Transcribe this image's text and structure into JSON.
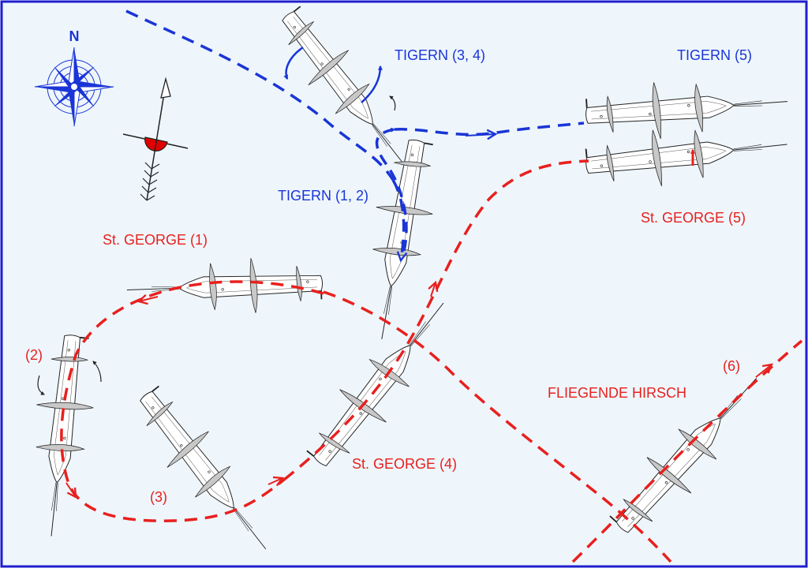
{
  "colors": {
    "background": "#eef6fc",
    "frame": "#1f1fcf",
    "tigern": "#1a35d6",
    "st_george": "#e8201e",
    "hull_fill": "#ffffff",
    "hull_stroke": "#222222",
    "sail_fill": "#c8c8c8",
    "wind_marker": "#e10000"
  },
  "compass": {
    "north_label": "N",
    "icon": "compass-rose-icon"
  },
  "wind": {
    "icon": "wind-arrow-icon"
  },
  "labels": {
    "tigern_3_4": "TIGERN (3, 4)",
    "tigern_5": "TIGERN (5)",
    "tigern_1_2": "TIGERN (1, 2)",
    "st_george_1": "St. GEORGE (1)",
    "st_george_5": "St. GEORGE (5)",
    "st_george_4": "St. GEORGE (4)",
    "fliegende_hirsch": "FLIEGENDE HIRSCH",
    "marker_2": "(2)",
    "marker_3": "(3)",
    "marker_6": "(6)"
  }
}
